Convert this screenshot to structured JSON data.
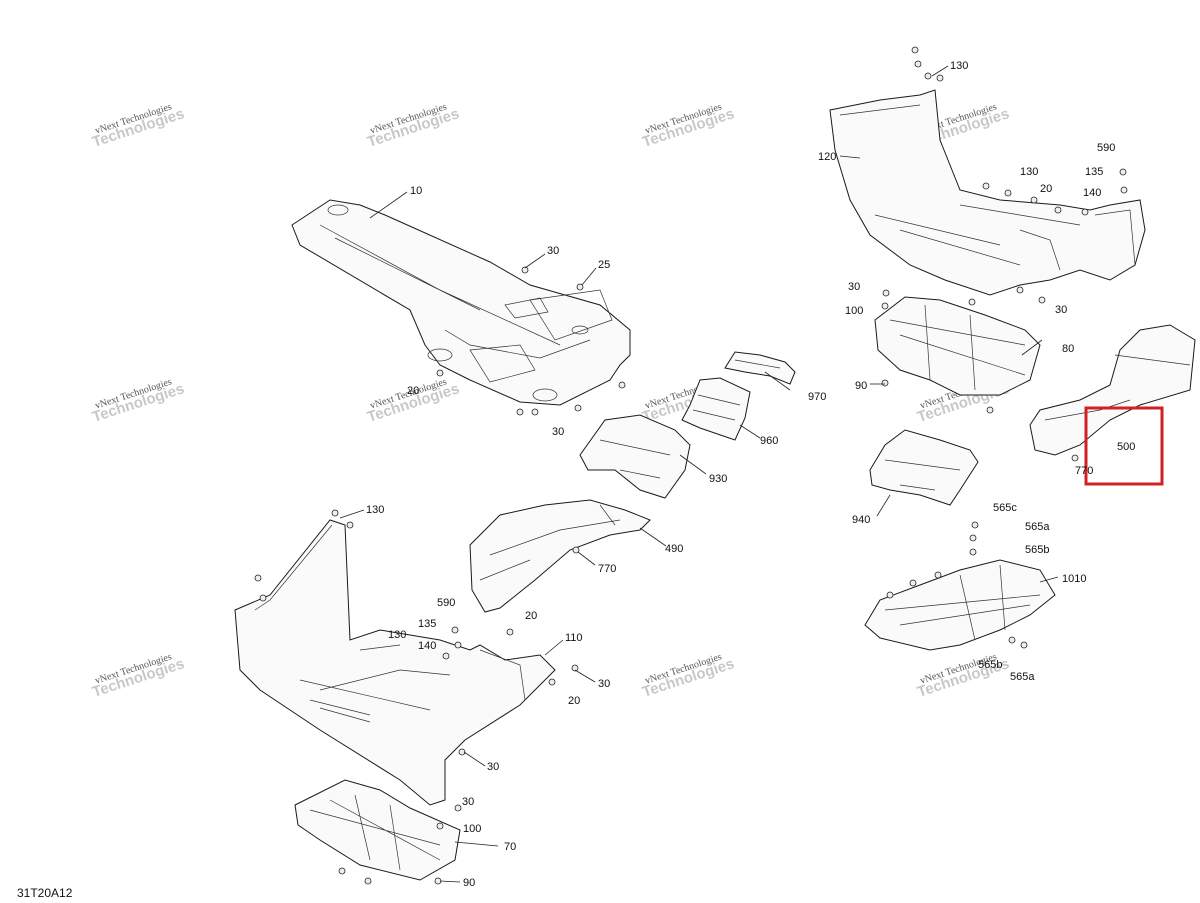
{
  "diagram": {
    "reference_code": "31T20A12",
    "watermark": {
      "line1": "vNext Technologies",
      "line2": "Technologies"
    },
    "highlight": {
      "part": "500",
      "color": "#d32020"
    },
    "callouts": [
      {
        "id": "c10",
        "label": "10"
      },
      {
        "id": "c30a",
        "label": "30"
      },
      {
        "id": "c25",
        "label": "25"
      },
      {
        "id": "c20a",
        "label": "20"
      },
      {
        "id": "c30b",
        "label": "30"
      },
      {
        "id": "c970",
        "label": "970"
      },
      {
        "id": "c960",
        "label": "960"
      },
      {
        "id": "c930",
        "label": "930"
      },
      {
        "id": "c490",
        "label": "490"
      },
      {
        "id": "c770a",
        "label": "770"
      },
      {
        "id": "c130a",
        "label": "130"
      },
      {
        "id": "c590a",
        "label": "590"
      },
      {
        "id": "c135a",
        "label": "135"
      },
      {
        "id": "c140a",
        "label": "140"
      },
      {
        "id": "c130b",
        "label": "130"
      },
      {
        "id": "c20b",
        "label": "20"
      },
      {
        "id": "c110",
        "label": "110"
      },
      {
        "id": "c30c",
        "label": "30"
      },
      {
        "id": "c20c",
        "label": "20"
      },
      {
        "id": "c30d",
        "label": "30"
      },
      {
        "id": "c30e",
        "label": "30"
      },
      {
        "id": "c100a",
        "label": "100"
      },
      {
        "id": "c70",
        "label": "70"
      },
      {
        "id": "c90a",
        "label": "90"
      },
      {
        "id": "c130c",
        "label": "130"
      },
      {
        "id": "c120",
        "label": "120"
      },
      {
        "id": "c130d",
        "label": "130"
      },
      {
        "id": "c20d",
        "label": "20"
      },
      {
        "id": "c590b",
        "label": "590"
      },
      {
        "id": "c135b",
        "label": "135"
      },
      {
        "id": "c140b",
        "label": "140"
      },
      {
        "id": "c30f",
        "label": "30"
      },
      {
        "id": "c30g",
        "label": "30"
      },
      {
        "id": "c100b",
        "label": "100"
      },
      {
        "id": "c80",
        "label": "80"
      },
      {
        "id": "c90b",
        "label": "90"
      },
      {
        "id": "c500",
        "label": "500"
      },
      {
        "id": "c770b",
        "label": "770"
      },
      {
        "id": "c940",
        "label": "940"
      },
      {
        "id": "c565c",
        "label": "565c"
      },
      {
        "id": "c565a1",
        "label": "565a"
      },
      {
        "id": "c565b1",
        "label": "565b"
      },
      {
        "id": "c1010",
        "label": "1010"
      },
      {
        "id": "c565b2",
        "label": "565b"
      },
      {
        "id": "c565a2",
        "label": "565a"
      }
    ]
  }
}
